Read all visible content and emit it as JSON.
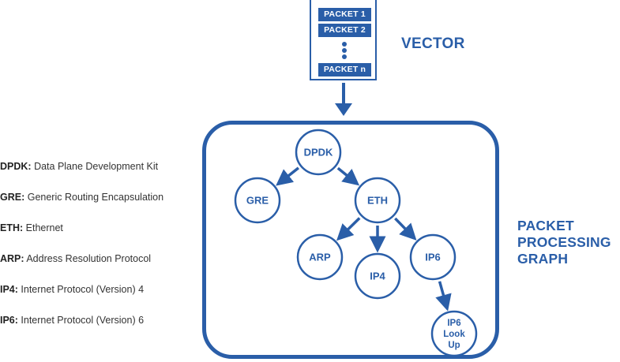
{
  "vector": {
    "title": "VECTOR",
    "packets": [
      "PACKET 1",
      "PACKET 2",
      "PACKET n"
    ],
    "ellipsis": "⋮"
  },
  "graph": {
    "title_lines": [
      "PACKET",
      "PROCESSING",
      "GRAPH"
    ],
    "nodes": [
      {
        "id": "dpdk",
        "label": [
          "DPDK"
        ]
      },
      {
        "id": "gre",
        "label": [
          "GRE"
        ]
      },
      {
        "id": "eth",
        "label": [
          "ETH"
        ]
      },
      {
        "id": "arp",
        "label": [
          "ARP"
        ]
      },
      {
        "id": "ip4",
        "label": [
          "IP4"
        ]
      },
      {
        "id": "ip6",
        "label": [
          "IP6"
        ]
      },
      {
        "id": "ip6-lookup",
        "label": [
          "IP6",
          "Look",
          "Up"
        ]
      }
    ],
    "edges": [
      [
        "dpdk",
        "gre"
      ],
      [
        "dpdk",
        "eth"
      ],
      [
        "eth",
        "arp"
      ],
      [
        "eth",
        "ip4"
      ],
      [
        "eth",
        "ip6"
      ],
      [
        "ip6",
        "ip6-lookup"
      ]
    ]
  },
  "legend": [
    {
      "abbr": "DPDK:",
      "text": " Data Plane Development Kit"
    },
    {
      "abbr": "GRE:",
      "text": " Generic Routing Encapsulation"
    },
    {
      "abbr": "ETH:",
      "text": " Ethernet"
    },
    {
      "abbr": "ARP:",
      "text": " Address Resolution Protocol"
    },
    {
      "abbr": "IP4:",
      "text": " Internet Protocol (Version) 4"
    },
    {
      "abbr": "IP6:",
      "text": " Internet Protocol (Version) 6"
    }
  ],
  "colors": {
    "accent": "#2a5ea8",
    "text": "#333333"
  }
}
